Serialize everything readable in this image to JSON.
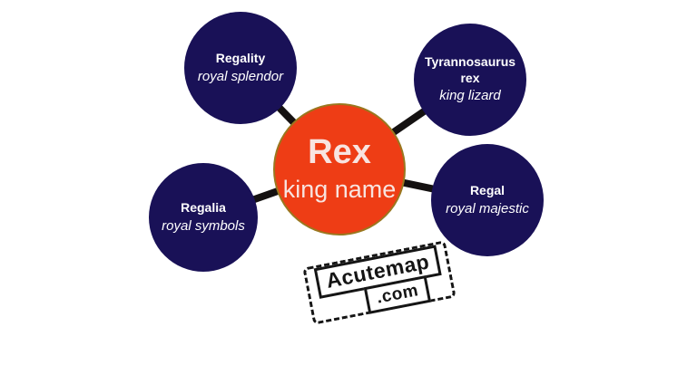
{
  "colors": {
    "background": "#ffffff",
    "center-fill": "#ee3d15",
    "center-ring": "#9a771f",
    "center-text": "#f8e4e0",
    "node-fill": "#191157",
    "node-text": "#ffffff",
    "connector": "#141111",
    "stamp-ink": "#151515"
  },
  "diagram": {
    "center": {
      "title": "Rex",
      "subtitle": "king name"
    },
    "nodes": [
      {
        "title": "Regality",
        "subtitle": "royal splendor"
      },
      {
        "title": "Tyrannosaurus rex",
        "subtitle": "king lizard"
      },
      {
        "title": "Regalia",
        "subtitle": "royal symbols"
      },
      {
        "title": "Regal",
        "subtitle": "royal majestic"
      }
    ]
  },
  "watermark": {
    "name": "Acutemap",
    "tld": ".com"
  }
}
